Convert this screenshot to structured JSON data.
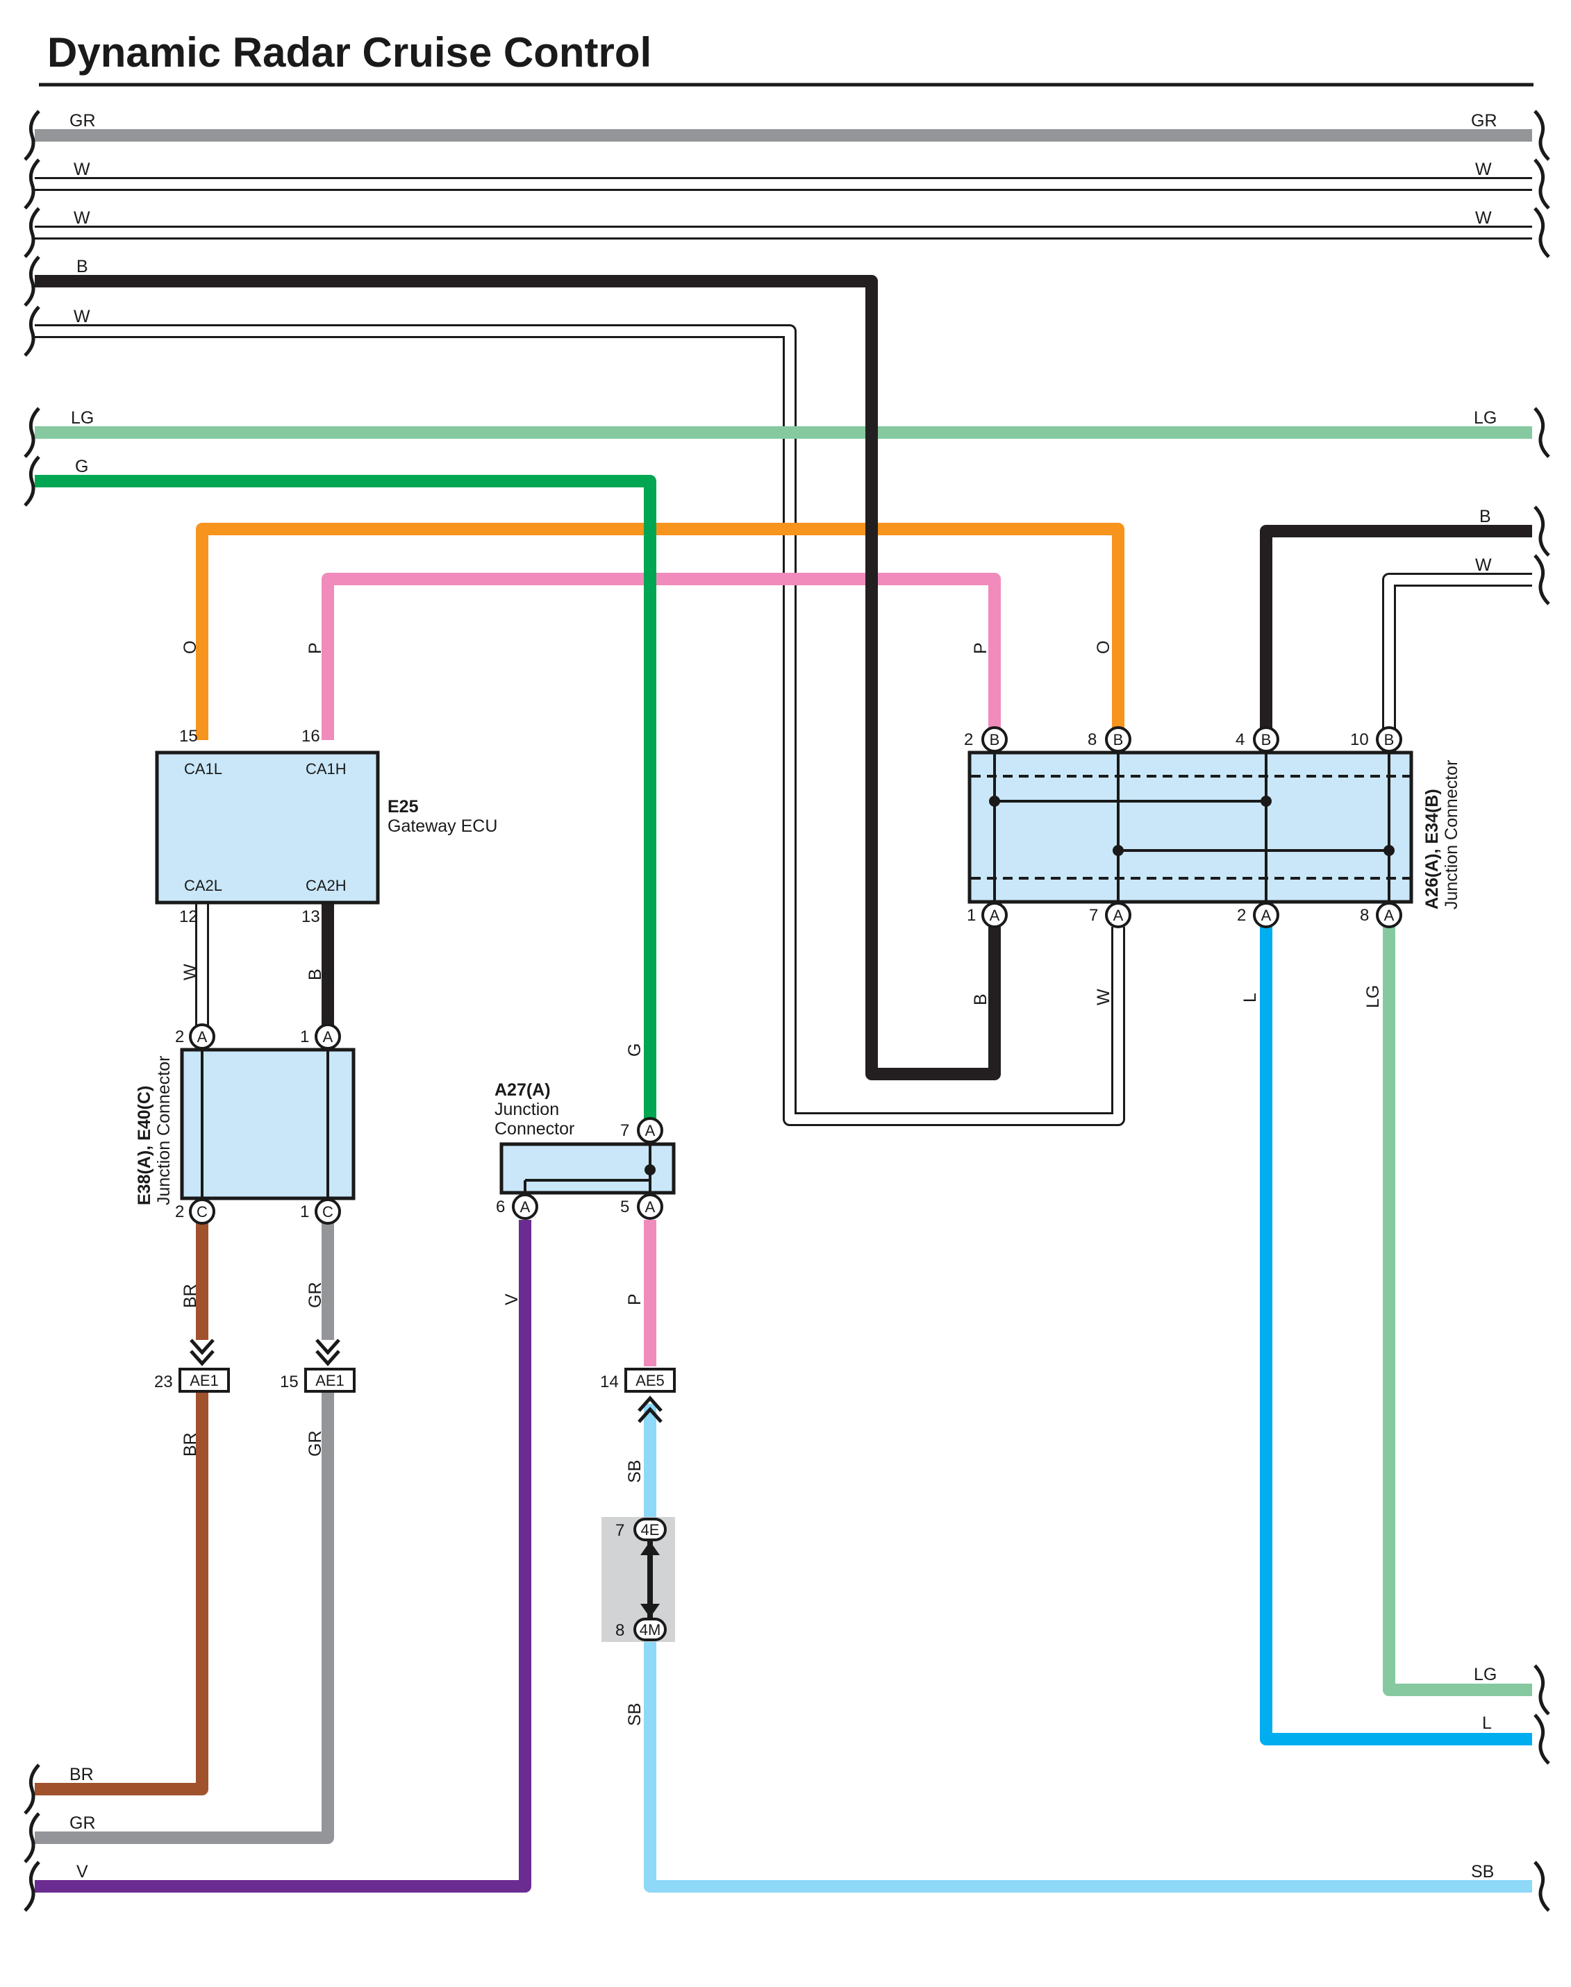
{
  "title": "Dynamic Radar Cruise Control",
  "colors": {
    "GR": "#939598",
    "W": "#ffffff",
    "B": "#231f20",
    "LG": "#86c9a0",
    "G": "#00a651",
    "O": "#f7941d",
    "P": "#f08bbb",
    "BR": "#a0522d",
    "V": "#6a2c91",
    "SB": "#8ed8f8",
    "L": "#00aeef",
    "box_fill": "#c9e7f8",
    "shade": "#d1d3d4"
  },
  "wire_labels": {
    "left_GR": "GR",
    "right_GR": "GR",
    "left_W1": "W",
    "right_W1": "W",
    "left_W2": "W",
    "right_W2": "W",
    "left_B": "B",
    "left_W3": "W",
    "left_LG": "LG",
    "right_LG": "LG",
    "left_G": "G",
    "right_B": "B",
    "right_W4": "W",
    "o_e25": "O",
    "p_e25": "P",
    "p_a26": "P",
    "o_a26": "O",
    "w_e25": "W",
    "b_e25": "B",
    "b_a26": "B",
    "w_a26": "W",
    "l_a26": "L",
    "lg_a26": "LG",
    "g_a27": "G",
    "br_up": "BR",
    "gr_up": "GR",
    "br_down": "BR",
    "gr_down": "GR",
    "v_a27": "V",
    "p_a27": "P",
    "sb_up": "SB",
    "sb_down": "SB",
    "right_LG2": "LG",
    "right_L": "L",
    "left_BR": "BR",
    "left_GR2": "GR",
    "left_V": "V",
    "right_SB": "SB"
  },
  "e25": {
    "id": "E25",
    "name": "Gateway ECU",
    "terms": [
      "CA1L",
      "CA1H",
      "CA2L",
      "CA2H"
    ],
    "pins": [
      "15",
      "16",
      "12",
      "13"
    ]
  },
  "a26": {
    "id": "A26(A), E34(B)",
    "name": "Junction Connector",
    "top_pins": [
      "2",
      "8",
      "4",
      "10"
    ],
    "top_letter": "B",
    "bottom_pins": [
      "1",
      "7",
      "2",
      "8"
    ],
    "bottom_letter": "A"
  },
  "e38": {
    "id": "E38(A), E40(C)",
    "name": "Junction Connector",
    "top_pins": [
      "2",
      "1"
    ],
    "top_letter": "A",
    "bottom_pins": [
      "2",
      "1"
    ],
    "bottom_letter": "C"
  },
  "a27": {
    "id": "A27(A)",
    "name_line1": "Junction",
    "name_line2": "Connector",
    "pins": [
      "7",
      "6",
      "5"
    ],
    "letter": "A"
  },
  "inline": {
    "ae1_left_code": "AE1",
    "ae1_left_pin": "23",
    "ae1_right_code": "AE1",
    "ae1_right_pin": "15",
    "ae5_code": "AE5",
    "ae5_pin": "14",
    "top_code": "4E",
    "top_pin": "7",
    "bottom_code": "4M",
    "bottom_pin": "8"
  }
}
